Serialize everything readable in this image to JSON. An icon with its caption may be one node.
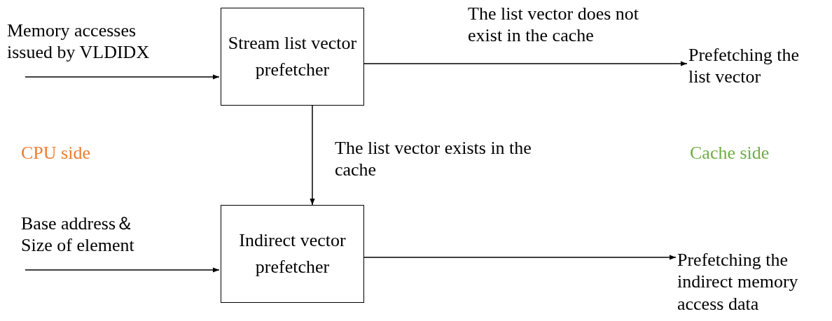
{
  "diagram": {
    "nodes": [
      {
        "text": [
          "Stream list vector prefetcher"
        ]
      },
      {
        "text": [
          "Prefetching the list vector"
        ]
      },
      {
        "text": [
          "Indirect vector prefetcher"
        ]
      },
      {
        "text": [
          "Prefetching the indirect memory access data"
        ]
      }
    ],
    "edges": [
      {
        "from": null,
        "to": 0,
        "arrow": "to",
        "label": "Memory accesses issued by VLDIDX"
      },
      {
        "from": 0,
        "to": 1,
        "arrow": "to",
        "label": "The list vector does not exist in the cache"
      },
      {
        "from": 0,
        "to": 2,
        "arrow": "to",
        "label": "The list vector exists in the cache"
      },
      {
        "from": null,
        "to": 2,
        "arrow": "to",
        "label": "Base address＆ Size of element"
      },
      {
        "from": 2,
        "to": 3,
        "arrow": "to"
      }
    ],
    "labels": [
      "CPU side",
      "Cache side"
    ]
  }
}
